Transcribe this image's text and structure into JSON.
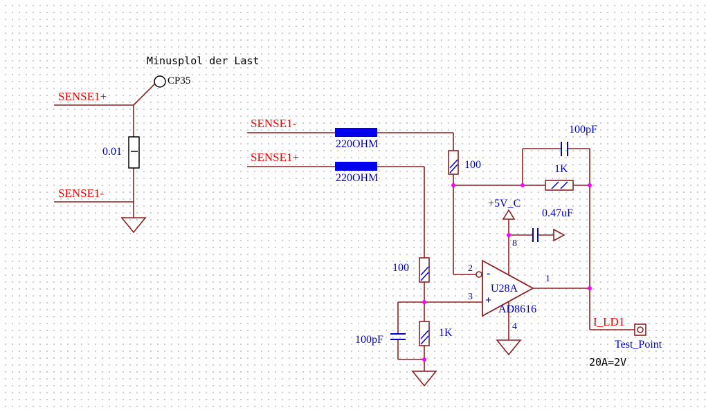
{
  "colors": {
    "wire": "#8e1f1f",
    "red": "#f40000",
    "blue": "#0000cc",
    "bluefill": "#0000ee",
    "junction": "#ff00ff",
    "grid": "#c9c9c9",
    "ink": "#000000",
    "bg": "#ffffff"
  },
  "notes": {
    "load": "Minusplol der Last",
    "scale": "20A=2V"
  },
  "connector": {
    "label": "CP35"
  },
  "nets": {
    "sense1p_left": "SENSE1+",
    "sense1m_left": "SENSE1-",
    "sense1m_mid": "SENSE1-",
    "sense1p_mid": "SENSE1+",
    "i_ld1": "I_LD1"
  },
  "power": {
    "vcc": "+5V_C"
  },
  "components": {
    "shunt": {
      "value": "0.01"
    },
    "r220_top": {
      "value": "220OHM"
    },
    "r220_bot": {
      "value": "220OHM"
    },
    "r100_right": {
      "value": "100"
    },
    "r100_left": {
      "value": "100"
    },
    "r1k_fb": {
      "value": "1K"
    },
    "r1k_gnd": {
      "value": "1K"
    },
    "c100p_fb": {
      "value": "100pF"
    },
    "c100p_gnd": {
      "value": "100pF"
    },
    "c047u": {
      "value": "0.47uF"
    }
  },
  "opamp": {
    "ref": "U28A",
    "part": "AD8616",
    "minus": "-",
    "plus": "+",
    "pins": {
      "inv": "2",
      "noninv": "3",
      "out": "1",
      "vcc": "8",
      "vee": "4"
    }
  },
  "testpoint": {
    "label": "Test_Point"
  }
}
